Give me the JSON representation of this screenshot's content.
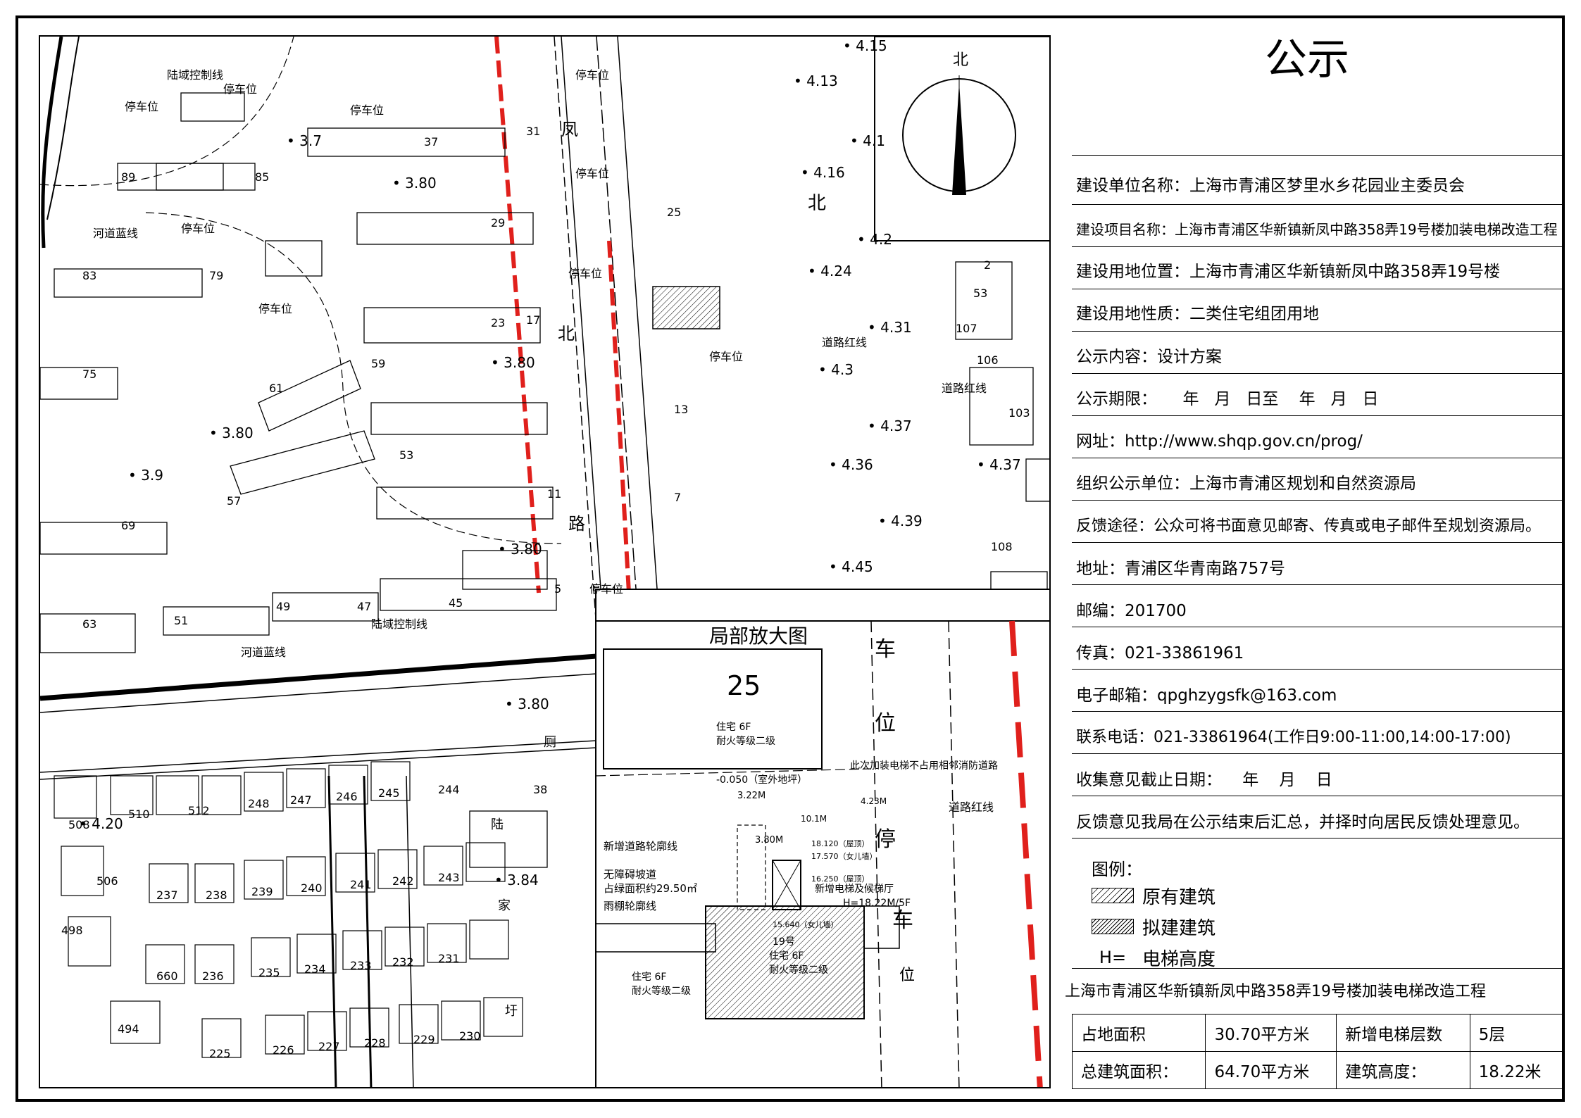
{
  "title": "公示",
  "fields": {
    "unit": "建设单位名称：上海市青浦区梦里水乡花园业主委员会",
    "project": "建设项目名称：上海市青浦区华新镇新凤中路358弄19号楼加装电梯改造工程",
    "location": "建设用地位置：上海市青浦区华新镇新凤中路358弄19号楼",
    "nature": "建设用地性质：二类住宅组团用地",
    "content": "公示内容：设计方案",
    "period": "公示期限：     年   月   日至    年   月   日",
    "website": "网址：http://www.shqp.gov.cn/prog/",
    "organizer": "组织公示单位：上海市青浦区规划和自然资源局",
    "feedback": "反馈途径：公众可将书面意见邮寄、传真或电子邮件至规划资源局。",
    "address": "地址：青浦区华青南路757号",
    "postcode": "邮编：201700",
    "fax": "传真：021-33861961",
    "email": "电子邮箱：qpghzygsfk@163.com",
    "phone": "联系电话：021-33861964(工作日9:00-11:00,14:00-17:00)",
    "deadline": "收集意见截止日期：    年    月    日",
    "reply": "反馈意见我局在公示结束后汇总，并择时向居民反馈处理意见。"
  },
  "legend": {
    "title": "图例：",
    "existing": "原有建筑",
    "proposed": "拟建建筑",
    "h_symbol": "H=",
    "h_label": "电梯高度"
  },
  "project_title": "上海市青浦区华新镇新凤中路358弄19号楼加装电梯改造工程",
  "stats": {
    "land_area_label": "占地面积",
    "land_area_value": "30.70平方米",
    "floors_label": "新增电梯层数",
    "floors_value": "5层",
    "gfa_label": "总建筑面积：",
    "gfa_value": "64.70平方米",
    "height_label": "建筑高度：",
    "height_value": "18.22米"
  },
  "map": {
    "north": "北",
    "inset_title": "局部放大图",
    "road_name": [
      "北",
      "凤",
      "路"
    ],
    "labels": {
      "parking": "停车位",
      "land_control": "陆域控制线",
      "river_blue": "河道蓝线",
      "road_red": "道路红线",
      "toilet": "厕",
      "lujia": [
        "陆",
        "家",
        "圩"
      ]
    },
    "elevations": [
      "4.15",
      "4.13",
      "4.1",
      "4.16",
      "4.2",
      "4.24",
      "4.31",
      "4.3",
      "4.37",
      "4.36",
      "4.39",
      "4.45",
      "4.37",
      "3.7",
      "3.80",
      "3.80",
      "3.80",
      "3.9",
      "3.80",
      "3.80",
      "4.20",
      "3.84"
    ],
    "buildings": [
      "89",
      "85",
      "83",
      "79",
      "75",
      "69",
      "63",
      "61",
      "59",
      "57",
      "53",
      "51",
      "49",
      "47",
      "45",
      "37",
      "31",
      "29",
      "25",
      "23",
      "17",
      "13",
      "11",
      "7",
      "5",
      "2",
      "53",
      "107",
      "106",
      "103",
      "108",
      "38",
      "508",
      "510",
      "512",
      "248",
      "247",
      "246",
      "245",
      "244",
      "506",
      "237",
      "238",
      "239",
      "240",
      "241",
      "242",
      "243",
      "498",
      "660",
      "236",
      "235",
      "234",
      "233",
      "232",
      "231",
      "494",
      "225",
      "226",
      "227",
      "228",
      "229",
      "230"
    ],
    "inset": {
      "bldg_25": "25",
      "res_6f": "住宅 6F",
      "fire_grade": "耐火等级二级",
      "note_fire_road": "此次加装电梯不占用相邻消防道路",
      "outdoor_level": "-0.050（室外地坪）",
      "dim_322": "3.22M",
      "dim_4": "4.23M",
      "dim_380": "3.80M",
      "dim_101": "10.1M",
      "new_road_outline": "新增道路轮廓线",
      "ramp": "无障碍坡道",
      "green_area": "占绿面积约29.50㎡",
      "canopy": "雨棚轮廓线",
      "elev_1812": "18.120（屋顶）",
      "elev_1757": "17.570（女儿墙）",
      "elev_1625": "16.250（屋顶）",
      "new_elevator": "新增电梯及候梯厅",
      "h_value": "H=18.22M/5F",
      "elev_1564": "15.640（女儿墙）",
      "bldg_19": "19号",
      "road_red": "道路红线",
      "parking_chars": [
        "车",
        "位",
        "停",
        "车",
        "位"
      ]
    }
  },
  "colors": {
    "red_line": "#e0201c",
    "ink": "#000000"
  }
}
